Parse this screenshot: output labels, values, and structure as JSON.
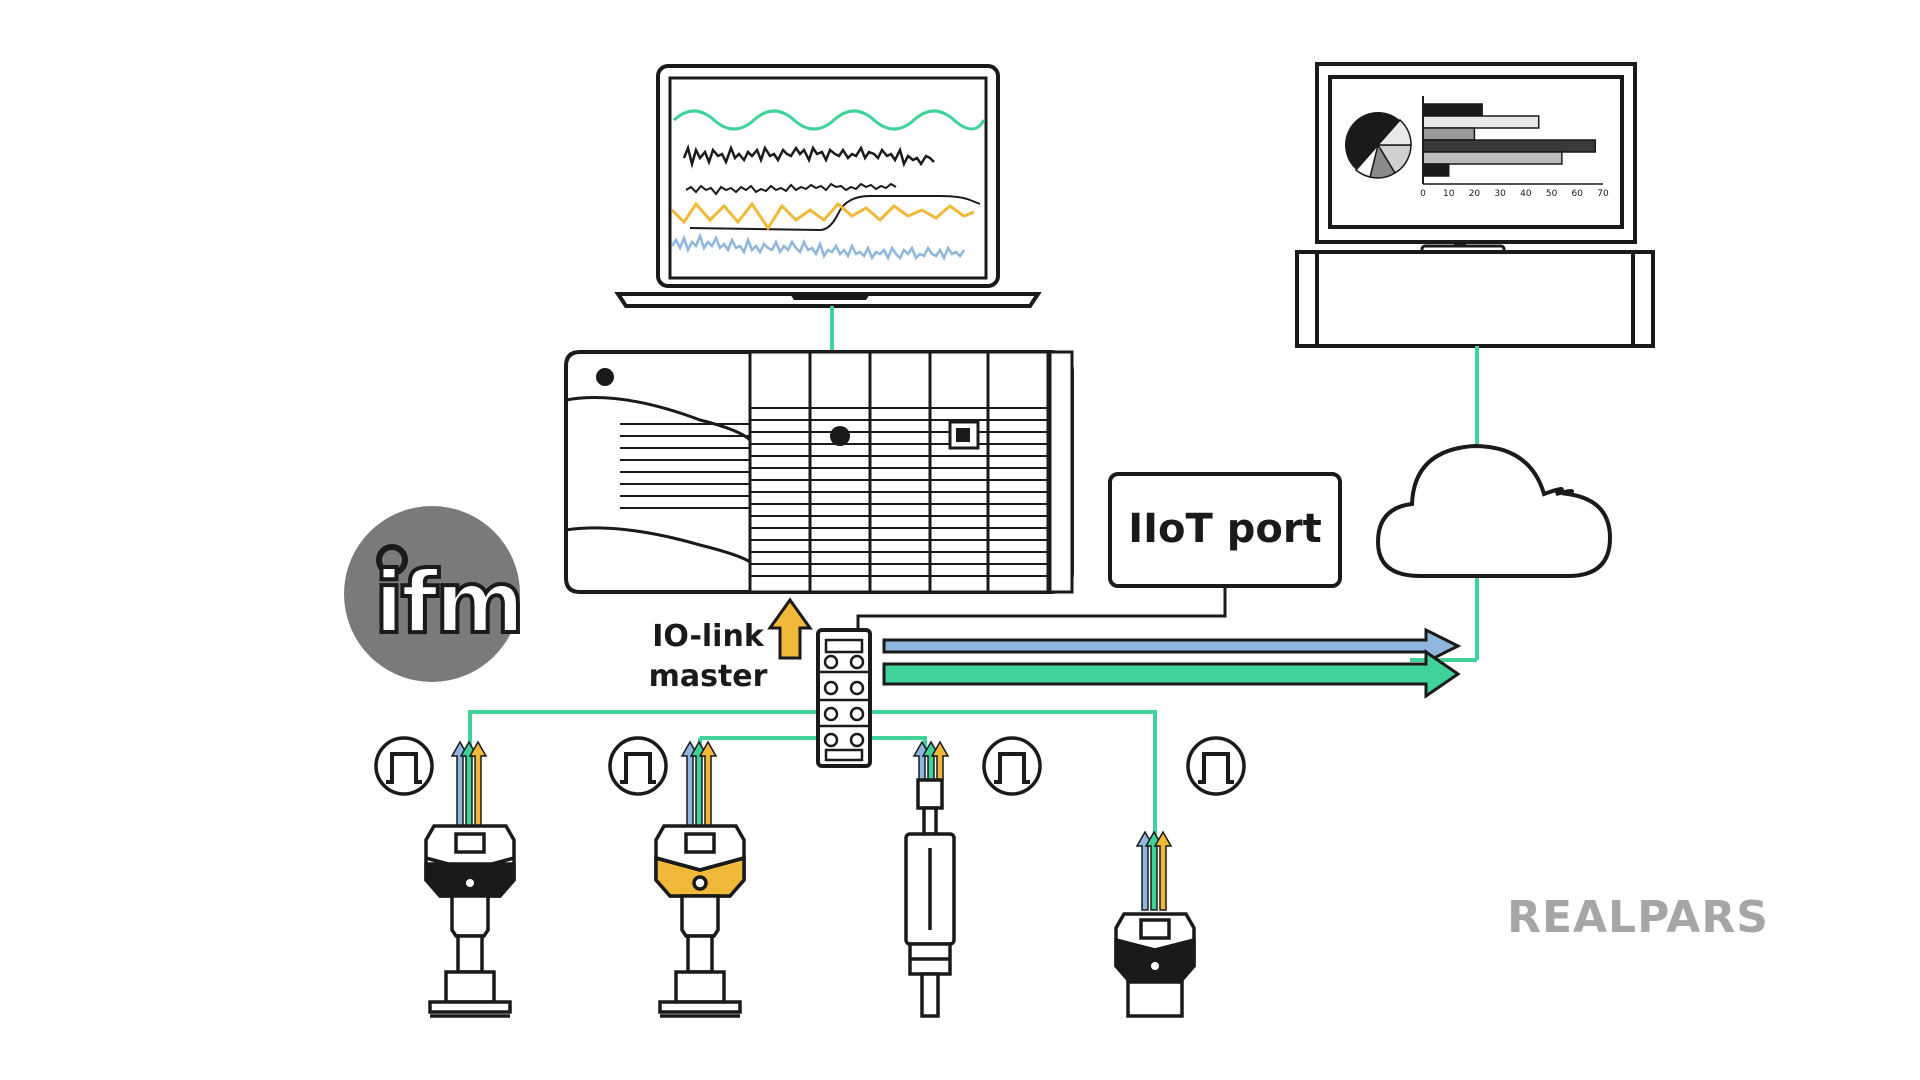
{
  "labels": {
    "iiot_port": "IIoT port",
    "io_link_line1": "IO-link",
    "io_link_line2": "master",
    "ifm_logo": "ifm",
    "realpars_logo": "REALPARS"
  },
  "monitor_chart": {
    "type": "bar",
    "x_ticks": [
      "0",
      "10",
      "20",
      "30",
      "40",
      "50",
      "60",
      "70"
    ],
    "values": [
      23,
      45,
      20,
      67,
      54,
      10
    ]
  },
  "colors": {
    "green": "#3fd39a",
    "blue": "#8fb6dd",
    "yellow": "#f0b93a",
    "stroke": "#1a1a1a",
    "logo_gray": "#7a7a7a",
    "realpars_gray": "#a6a6a6"
  },
  "icons": [
    "laptop-icon",
    "monitor-icon",
    "cloud-icon",
    "plc-icon",
    "io-link-master-icon",
    "sensor-icon",
    "digital-signal-icon",
    "up-arrow-icon",
    "data-arrow-icon"
  ]
}
